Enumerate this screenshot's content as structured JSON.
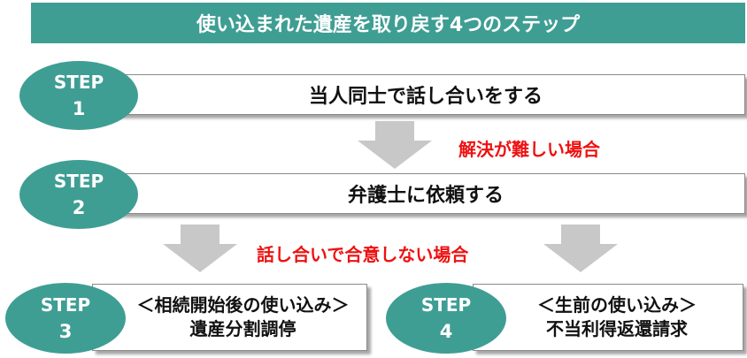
{
  "title": "使い込まれた遺産を取り戻す4つのステップ",
  "colors": {
    "teal": "#3f9e93",
    "note_red": "#ee1111",
    "arrow_gray": "#c8c8c8"
  },
  "steps": [
    {
      "label": "STEP",
      "number": "1",
      "text": "当人同士で話し合いをする"
    },
    {
      "label": "STEP",
      "number": "2",
      "text": "弁護士に依頼する"
    },
    {
      "label": "STEP",
      "number": "3",
      "line1": "＜相続開始後の使い込み＞",
      "line2": "遺産分割調停"
    },
    {
      "label": "STEP",
      "number": "4",
      "line1": "＜生前の使い込み＞",
      "line2": "不当利得返還請求"
    }
  ],
  "notes": {
    "difficult": "解決が難しい場合",
    "no_agreement": "話し合いで合意しない場合"
  }
}
